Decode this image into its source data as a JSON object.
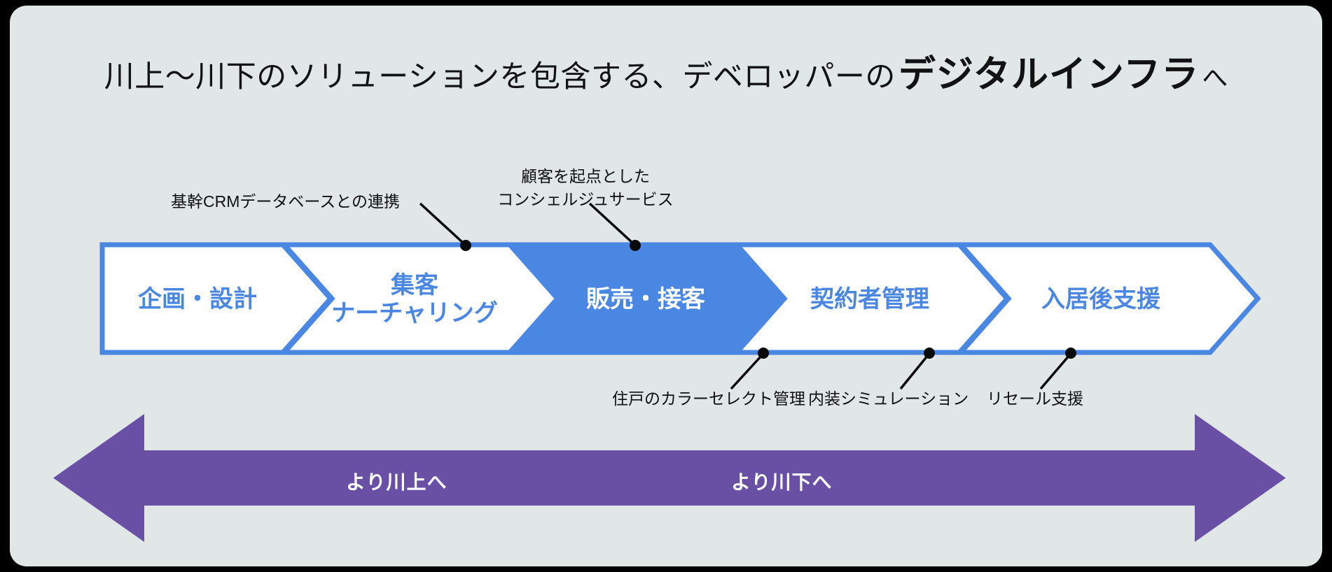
{
  "colors": {
    "page_background": "#000000",
    "card_background": "#E1E6E6",
    "accent_blue": "#4A87E2",
    "stage_fill_active": "#4A87E2",
    "stage_fill_inactive": "#FFFFFF",
    "arrow_purple": "#6950A5",
    "text_dark": "#121212",
    "text_white": "#FFFFFF"
  },
  "title": {
    "normal_lead": "川上〜川下のソリューションを包含する、デベロッパーの",
    "strong": "デジタルインフラ",
    "tail": "へ"
  },
  "pipeline": {
    "stages": [
      {
        "id": "planning",
        "label": "企画・設計",
        "label_lines": [
          "企画・設計"
        ],
        "active": false
      },
      {
        "id": "acquisition",
        "label": "集客 ナーチャリング",
        "label_lines": [
          "集客",
          "ナーチャリング"
        ],
        "active": false
      },
      {
        "id": "sales",
        "label": "販売・接客",
        "label_lines": [
          "販売・接客"
        ],
        "active": true
      },
      {
        "id": "contract",
        "label": "契約者管理",
        "label_lines": [
          "契約者管理"
        ],
        "active": false
      },
      {
        "id": "aftercare",
        "label": "入居後支援",
        "label_lines": [
          "入居後支援"
        ],
        "active": false
      }
    ]
  },
  "callouts": {
    "above": [
      {
        "id": "crm",
        "lines": [
          "基幹CRMデータベースとの連携"
        ]
      },
      {
        "id": "concierge",
        "lines": [
          "顧客を起点とした",
          "コンシェルジュサービス"
        ]
      }
    ],
    "below": [
      {
        "id": "color-select",
        "lines": [
          "住戸のカラーセレクト管理"
        ]
      },
      {
        "id": "interior-sim",
        "lines": [
          "内装シミュレーション"
        ]
      },
      {
        "id": "resale",
        "lines": [
          "リセール支援"
        ]
      }
    ]
  },
  "axis_arrow": {
    "left_label": "より川上へ",
    "right_label": "より川下へ"
  }
}
